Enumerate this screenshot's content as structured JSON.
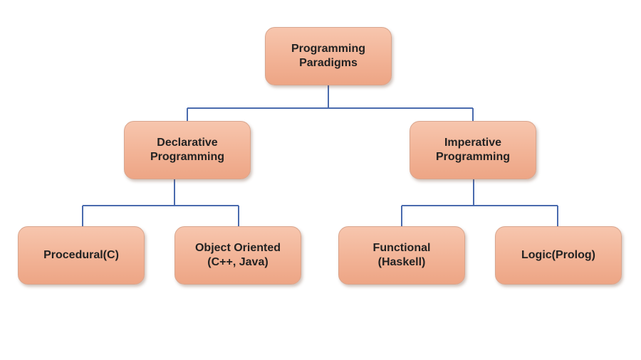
{
  "diagram": {
    "root": {
      "label": "Programming\nParadigms"
    },
    "branches": [
      {
        "label": "Declarative\nProgramming",
        "children": [
          {
            "label": "Procedural(C)"
          },
          {
            "label": "Object Oriented\n(C++, Java)"
          }
        ]
      },
      {
        "label": "Imperative\nProgramming",
        "children": [
          {
            "label": "Functional\n(Haskell)"
          },
          {
            "label": "Logic(Prolog)"
          }
        ]
      }
    ],
    "colors": {
      "node_fill": "#f2b396",
      "node_border": "#d9a58d",
      "connector": "#4a6bae",
      "text": "#222222"
    }
  }
}
